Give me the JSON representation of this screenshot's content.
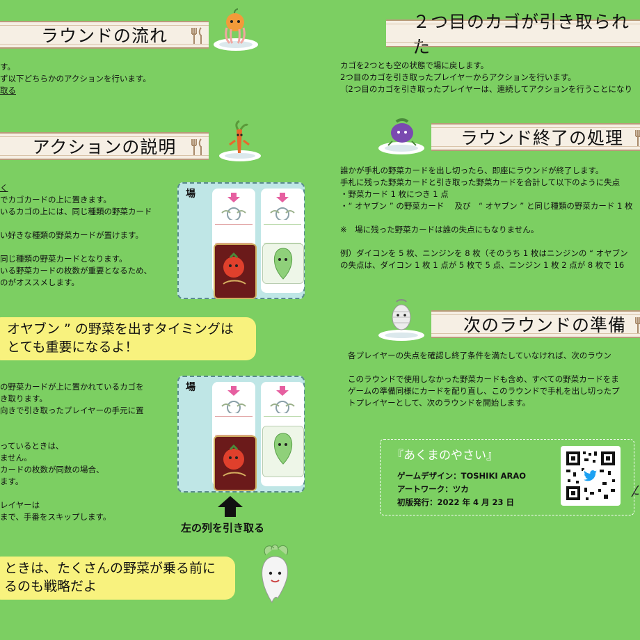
{
  "left": {
    "banner_round_flow": "ラウンドの流れ",
    "flow_lines": [
      "す。",
      "ず以下どちらかのアクションを行います。",
      "取る"
    ],
    "banner_action": "アクションの説明",
    "action1_lines": [
      "く",
      "でカゴカードの上に置きます。",
      "いるカゴの上には、同じ種類の野菜カード",
      "",
      "い好きな種類の野菜カードが置けます。",
      "",
      "同じ種類の野菜カードとなります。",
      "いる野菜カードの枚数が重要となるため、",
      "のがオススメします。"
    ],
    "bubble1": [
      "オヤブン ” の野菜を出すタイミングは",
      "とても重要になるよ！"
    ],
    "action2_lines": [
      "の野菜カードが上に置かれているカゴを",
      "き取ります。",
      "向きで引き取ったプレイヤーの手元に置",
      "",
      "",
      "っているときは、",
      "ません。",
      "カードの枚数が同数の場合、",
      "ます。",
      "",
      "レイヤーは",
      "まで、手番をスキップします。"
    ],
    "field_label_1": "場",
    "field_label_2": "場",
    "take_left_label": "左の列を引き取る",
    "bubble2": [
      "ときは、たくさんの野菜が乗る前に",
      "るのも戦略だよ"
    ]
  },
  "right": {
    "banner_second_basket": "２つ目のカゴが引き取られた",
    "second_basket_lines": [
      "カゴを2つとも空の状態で場に戻します。",
      "2つ目のカゴを引き取ったプレイヤーからアクションを行います。",
      "（2つ目のカゴを引き取ったプレイヤーは、連続してアクションを行うことになり"
    ],
    "banner_round_end": "ラウンド終了の処理",
    "round_end_lines": [
      "誰かが手札の野菜カードを出し切ったら、即座にラウンドが終了します。",
      "手札に残った野菜カードと引き取った野菜カードを合計して以下のように失点",
      "・野菜カード 1 枚につき 1 点",
      "・“ オヤブン ” の野菜カード　 及び　“ オヤブン ” と同じ種類の野菜カード 1 枚",
      "",
      "※　場に残った野菜カードは誰の失点にもなりません。",
      "",
      "例）ダイコンを 5 枚、ニンジンを 8 枚（そのうち 1 枚はニンジンの “ オヤブン",
      "の失点は、ダイコン 1 枚 1 点が 5 枚で 5 点、ニンジン 1 枚 2 点が 8 枚で 16"
    ],
    "banner_next_round": "次のラウンドの準備",
    "next_round_lines": [
      "各プレイヤーの失点を確認し終了条件を満たしていなければ、次のラウン",
      "",
      "このラウンドで使用しなかった野菜カードも含め、すべての野菜カードをま",
      "ゲームの準備同様にカードを配り直し、このラウンドで手札を出し切ったプ",
      "トプレイヤーとして、次のラウンドを開始します。"
    ],
    "credit": {
      "title": "『あくまのやさい』",
      "design": "ゲームデザイン：TOSHIKI ARAO",
      "art": "アートワーク：ツカ",
      "release": "初版発行：2022 年 4 月 23 日"
    }
  },
  "colors": {
    "background": "#7ccf62",
    "banner": "#f6efe4",
    "bubble": "#f8f27e",
    "field": "#bfe6e6",
    "red_card": "#6b1a1a"
  },
  "icons": [
    "fork-knife-icon",
    "arrow-up-icon",
    "down-arrow-icon",
    "qr-code",
    "twitter-bird-icon"
  ]
}
